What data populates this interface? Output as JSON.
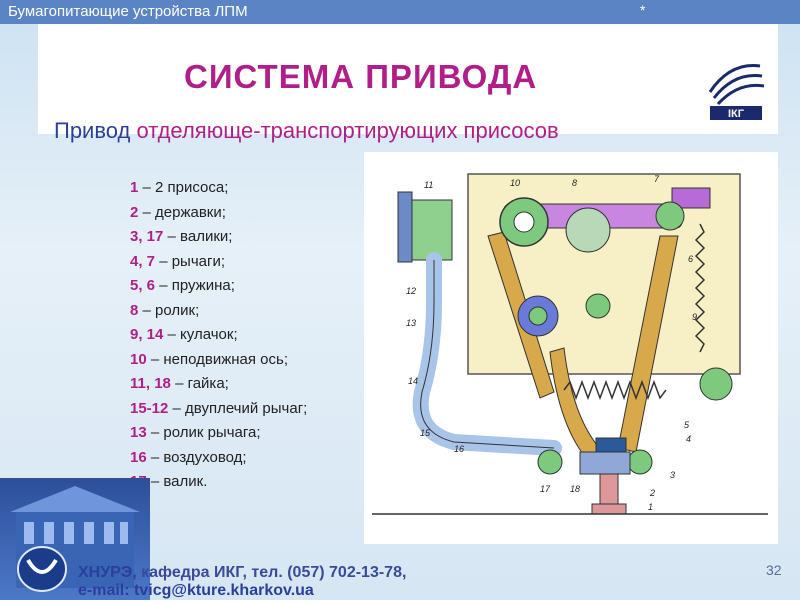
{
  "header": {
    "title": "Бумагопитающие устройства ЛПМ",
    "mark": "*"
  },
  "slide": {
    "title": "СИСТЕМА ПРИВОДА",
    "subtitle_a": "Привод",
    "subtitle_b": "отделяюще-транспортирующих присосов",
    "logo_text": "ІКГ"
  },
  "legend": [
    {
      "num": "1",
      "text": "– 2 присоса;"
    },
    {
      "num": "2",
      "text": "– державки;"
    },
    {
      "num": "3, 17",
      "text": "– валики;"
    },
    {
      "num": "4, 7",
      "text": "– рычаги;"
    },
    {
      "num": "5, 6",
      "text": "– пружина;"
    },
    {
      "num": "8",
      "text": "– ролик;"
    },
    {
      "num": "9, 14",
      "text": "– кулачок;"
    },
    {
      "num": "10",
      "text": "– неподвижная ось;"
    },
    {
      "num": "11, 18",
      "text": "– гайка;"
    },
    {
      "num": "15-12",
      "text": "– двуплечий рычаг;"
    },
    {
      "num": "13",
      "text": "– ролик рычага;"
    },
    {
      "num": "16",
      "text": "– воздуховод;"
    },
    {
      "num": "17",
      "text": "– валик."
    }
  ],
  "diagram_labels": [
    "11",
    "10",
    "8",
    "7",
    "12",
    "13",
    "6",
    "9",
    "14",
    "5",
    "15",
    "4",
    "16",
    "3",
    "17",
    "18",
    "2",
    "1"
  ],
  "footer": {
    "line1_a": "ХНУРЭ,",
    "line1_b": "кафедра ИКГ, тел. (057) 702-13-78,",
    "line2": "e-mail: tvicg@kture.kharkov.ua"
  },
  "page": {
    "number": "32"
  },
  "colors": {
    "accent": "#b01f89",
    "navy": "#2a3f9c",
    "topbar": "#5b84c4"
  }
}
